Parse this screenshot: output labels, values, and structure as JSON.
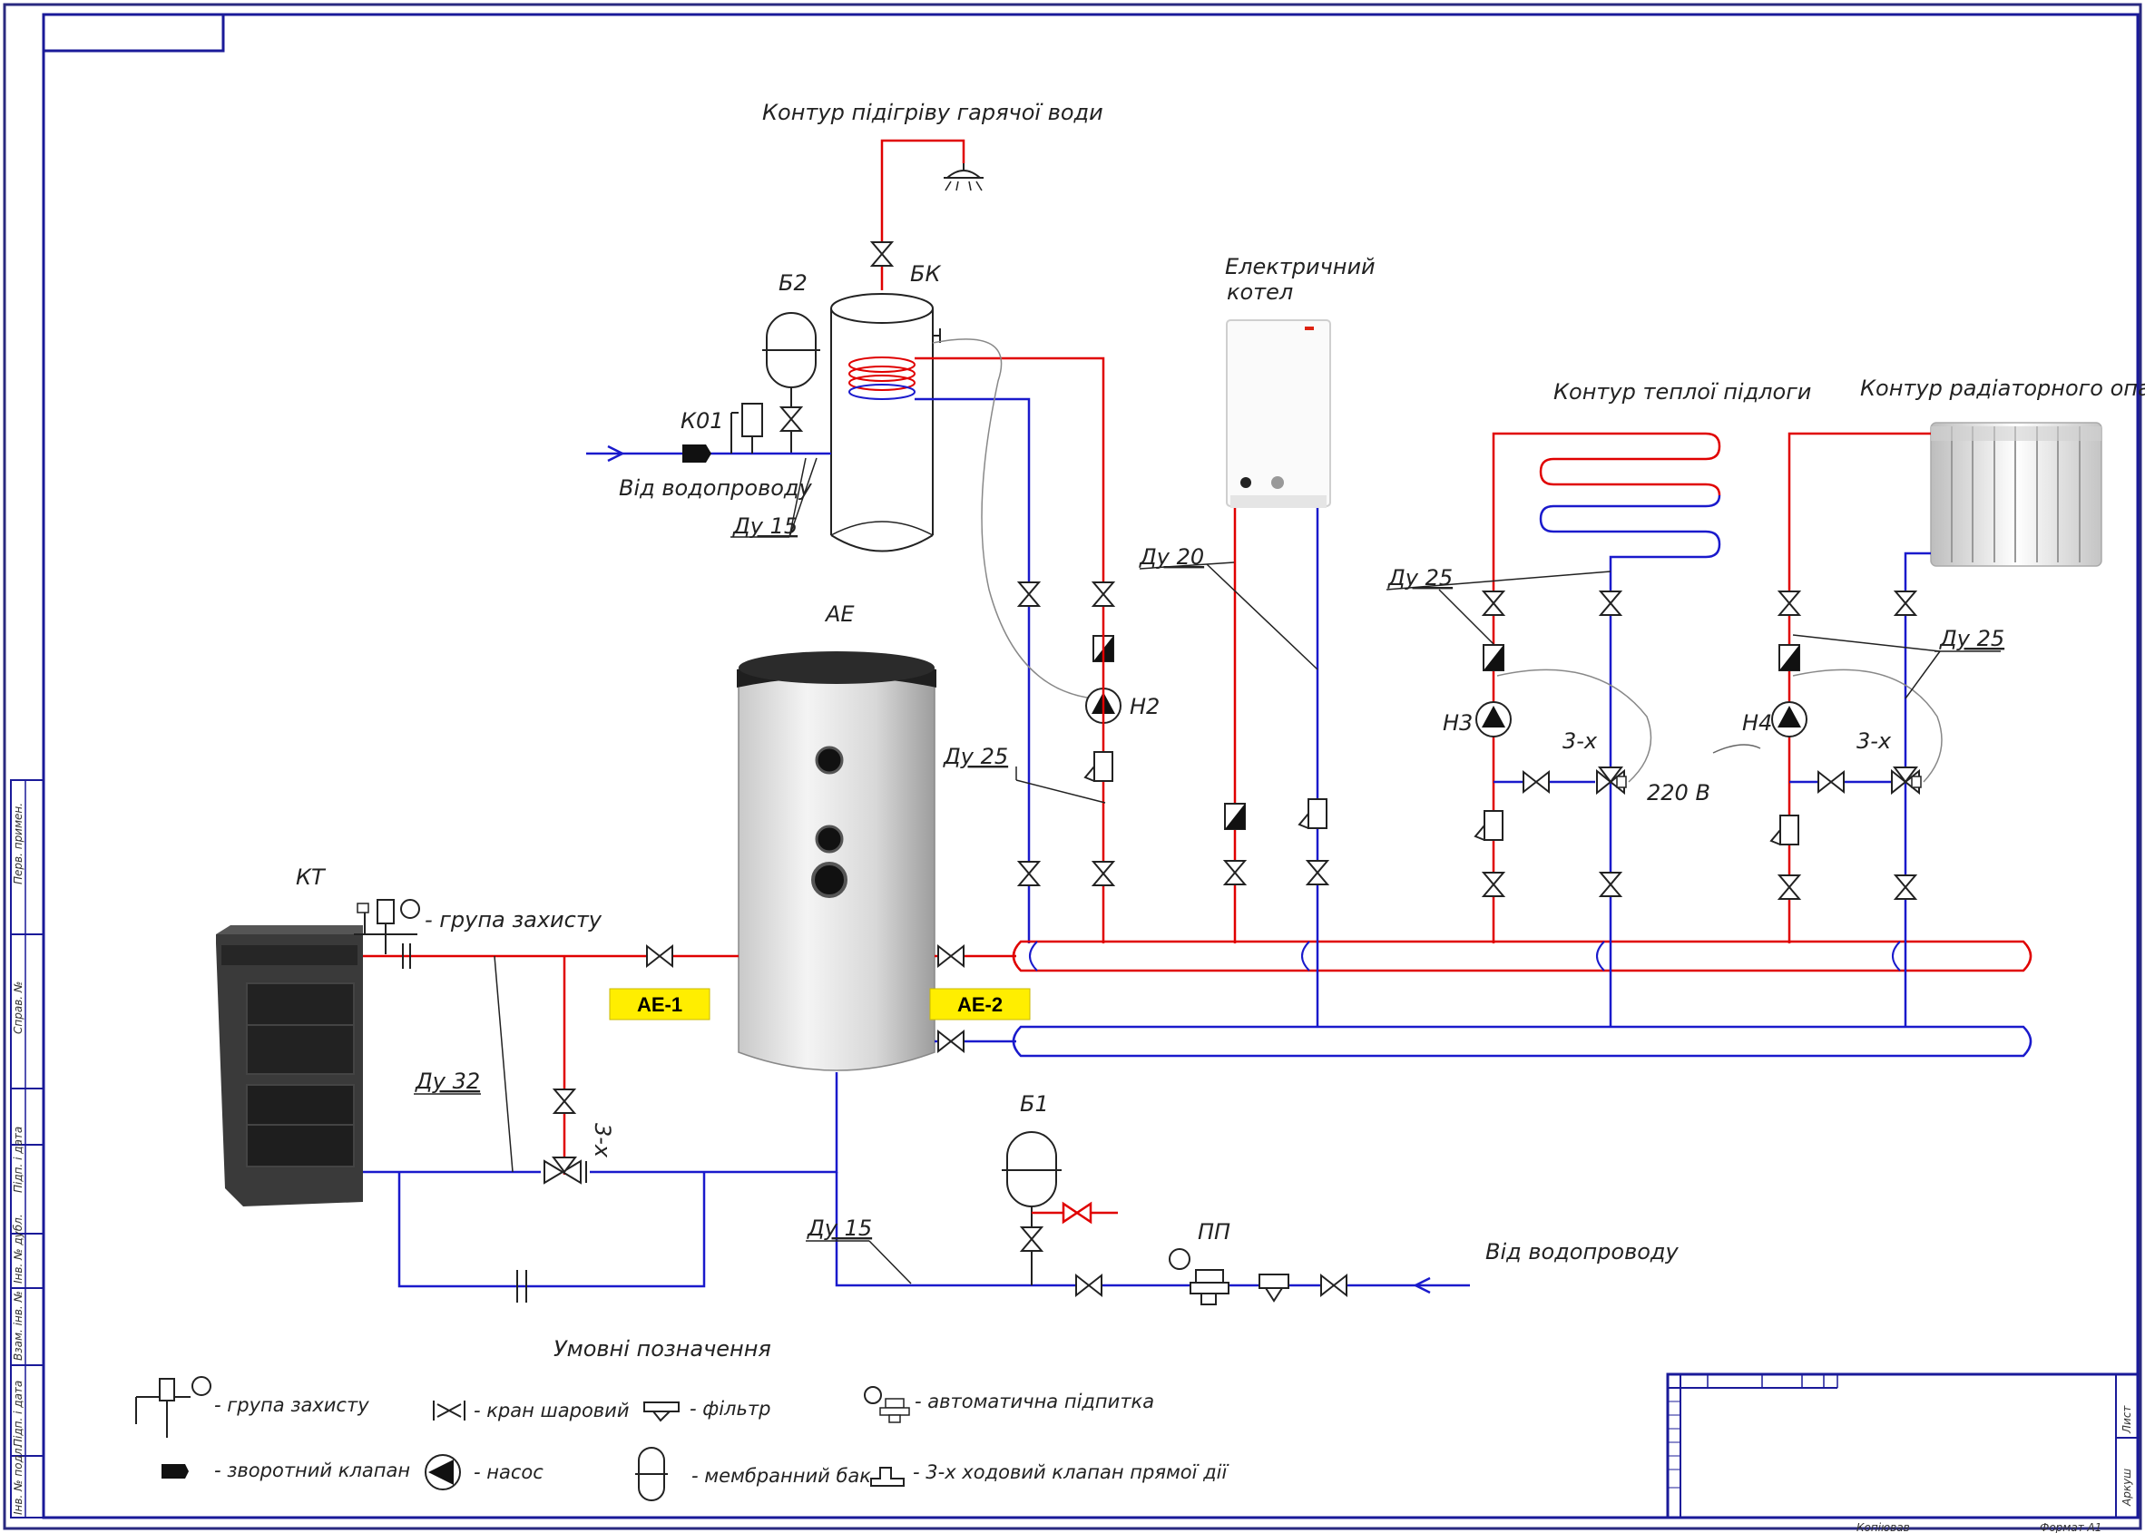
{
  "labels": {
    "hot_water_circuit": "Контур підігріву гарячої води",
    "bk": "БК",
    "b2": "Б2",
    "k01": "К01",
    "from_water_supply_top": "Від водопроводу",
    "du15_top": "Ду 15",
    "electric_boiler_l1": "Електричний",
    "electric_boiler_l2": "котел",
    "du20": "Ду 20",
    "floor_heating_circuit": "Контур теплої підлоги",
    "radiator_circuit": "Контур радіаторного опалення",
    "ae": "АЕ",
    "h2": "Н2",
    "h3": "Н3",
    "h4": "Н4",
    "three_way_1": "3-х",
    "three_way_2": "3-х",
    "three_way_3": "3-х",
    "du25_left": "Ду 25",
    "du25_mid": "Ду 25",
    "du25_right": "Ду 25",
    "v220": "220 В",
    "kt": "КТ",
    "protection_group": "- група захисту",
    "ae1": "АЕ-1",
    "ae2": "АЕ-2",
    "du32": "Ду 32",
    "b1": "Б1",
    "pp": "ПП",
    "du15_bottom": "Ду 15",
    "from_water_supply_bottom": "Від водопроводу"
  },
  "legend": {
    "title": "Умовні позначення",
    "items": [
      {
        "text": "- група захисту"
      },
      {
        "text": "- кран шаровий"
      },
      {
        "text": "- фільтр"
      },
      {
        "text": "- автоматична підпитка"
      },
      {
        "text": "- зворотний клапан"
      },
      {
        "text": "- насос"
      },
      {
        "text": "- мембранний бак"
      },
      {
        "text": "- 3-х ходовий клапан прямої дії"
      }
    ]
  },
  "title_block": {
    "sheet": "Аркуш",
    "sheet_num": "Лист",
    "copied": "Копіював",
    "format": "Формат А1"
  },
  "side_stamps": [
    "Інв. № подл.",
    "Підп. і дата",
    "Взам. інв. №",
    "Інв. № дубл.",
    "Підп. і дата",
    "Справ. №",
    "Перв. примен."
  ],
  "colors": {
    "supply": "#e00000",
    "return": "#1a1acc",
    "frame": "#1a1a99",
    "tag_bg": "#ffee00"
  }
}
